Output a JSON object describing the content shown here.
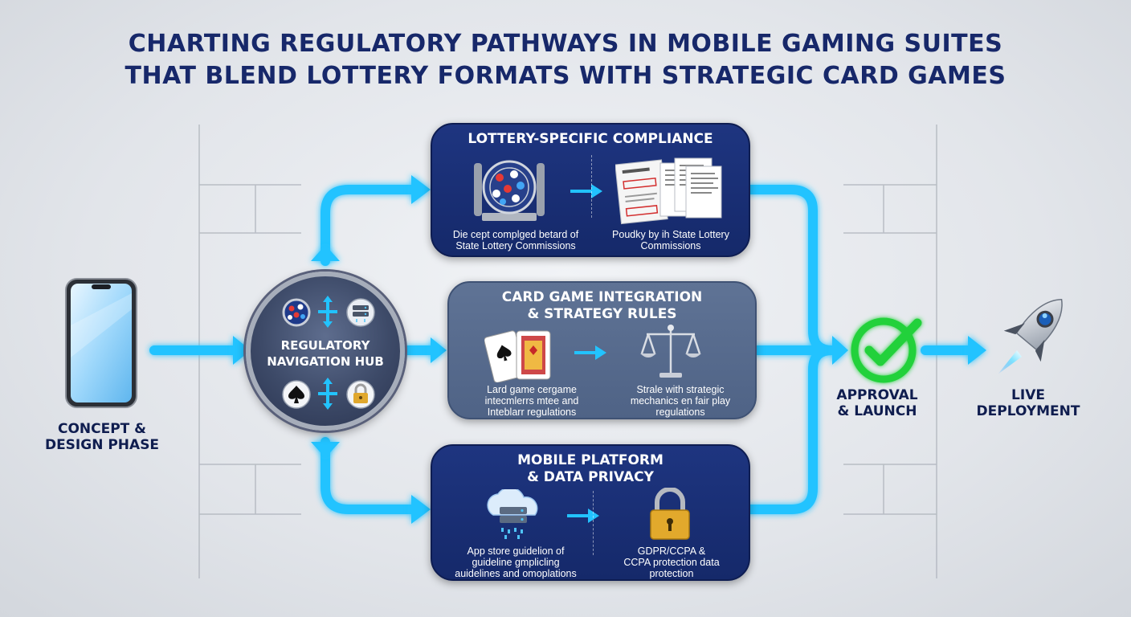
{
  "title": {
    "line1": "CHARTING REGULATORY PATHWAYS IN MOBILE GAMING SUITES",
    "line2": "THAT BLEND LOTTERY FORMATS WITH STRATEGIC CARD GAMES"
  },
  "stages": {
    "concept": {
      "line1": "CONCEPT &",
      "line2": "DESIGN PHASE"
    },
    "hub": {
      "line1": "REGULATORY",
      "line2": "NAVIGATION HUB"
    },
    "approval": {
      "line1": "APPROVAL",
      "line2": "& LAUNCH"
    },
    "live": {
      "line1": "LIVE",
      "line2": "DEPLOYMENT"
    }
  },
  "boxes": {
    "lottery": {
      "title": "LOTTERY-SPECIFIC COMPLIANCE",
      "left_caption": [
        "Die cept complged betard of",
        "State Lottery Commissions"
      ],
      "right_caption": [
        "Poudky by ih State Lottery",
        "Commissions"
      ]
    },
    "card": {
      "title_line1": "CARD GAME INTEGRATION",
      "title_line2": "& STRATEGY RULES",
      "left_caption": [
        "Lard game cergame",
        "intecmlerrs mtee and",
        "Inteblarr regulations"
      ],
      "right_caption": [
        "Strale with strategic",
        "mechanics en fair play",
        "regulations"
      ]
    },
    "mobile": {
      "title_line1": "MOBILE PLATFORM",
      "title_line2": "& DATA PRIVACY",
      "left_caption": [
        "App store guidelion of",
        "guideline gmplicling",
        "auidelines and omoplations"
      ],
      "right_caption": [
        "GDPR/CCPA &",
        "CCPA protection data",
        "protection"
      ]
    }
  },
  "colors": {
    "title": "#17286a",
    "navy_box": "#1e3580",
    "slate_box": "#5f7395",
    "flow_arrow": "#22c3ff",
    "check": "#22d13a"
  },
  "icons": [
    "smartphone-icon",
    "lottery-drum-icon",
    "documents-icon",
    "playing-cards-icon",
    "scales-icon",
    "cloud-server-icon",
    "padlock-icon",
    "checkmark-icon",
    "rocket-icon",
    "spade-icon",
    "server-icon"
  ]
}
